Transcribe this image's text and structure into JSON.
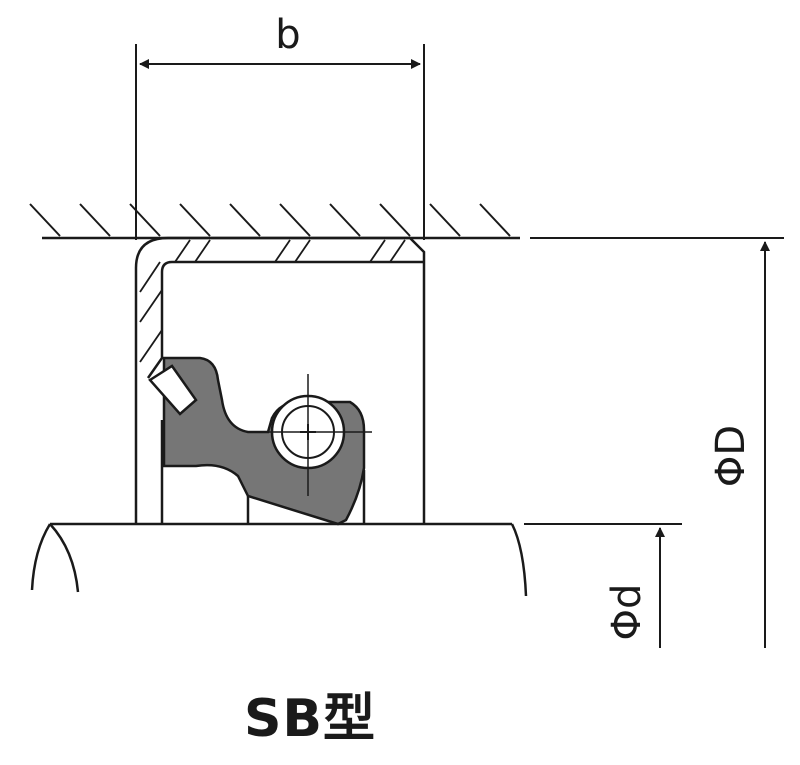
{
  "labels": {
    "width": "b",
    "outer_diameter": "ΦD",
    "shaft_diameter": "Φd"
  },
  "caption": "SB型",
  "colors": {
    "line": "#1a1a1a",
    "rubber_lip": "#767676",
    "background": "#ffffff"
  }
}
